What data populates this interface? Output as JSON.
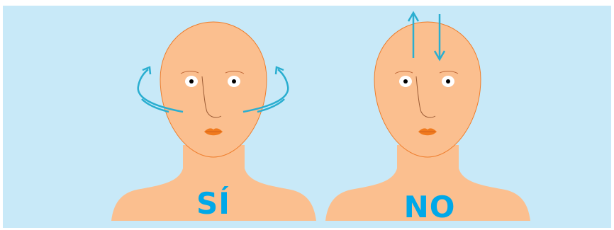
{
  "panels": [
    {
      "label": "SÍ",
      "gesture": "head-turn-side-to-side"
    },
    {
      "label": "NO",
      "gesture": "head-nod-up-and-down"
    }
  ],
  "colors": {
    "background": "#c8e9f8",
    "skin": "#fbbf8f",
    "outline": "#ee7d2c",
    "arrow": "#2aaed0",
    "caption": "#00a8e8",
    "lips": "#f07a1e"
  }
}
